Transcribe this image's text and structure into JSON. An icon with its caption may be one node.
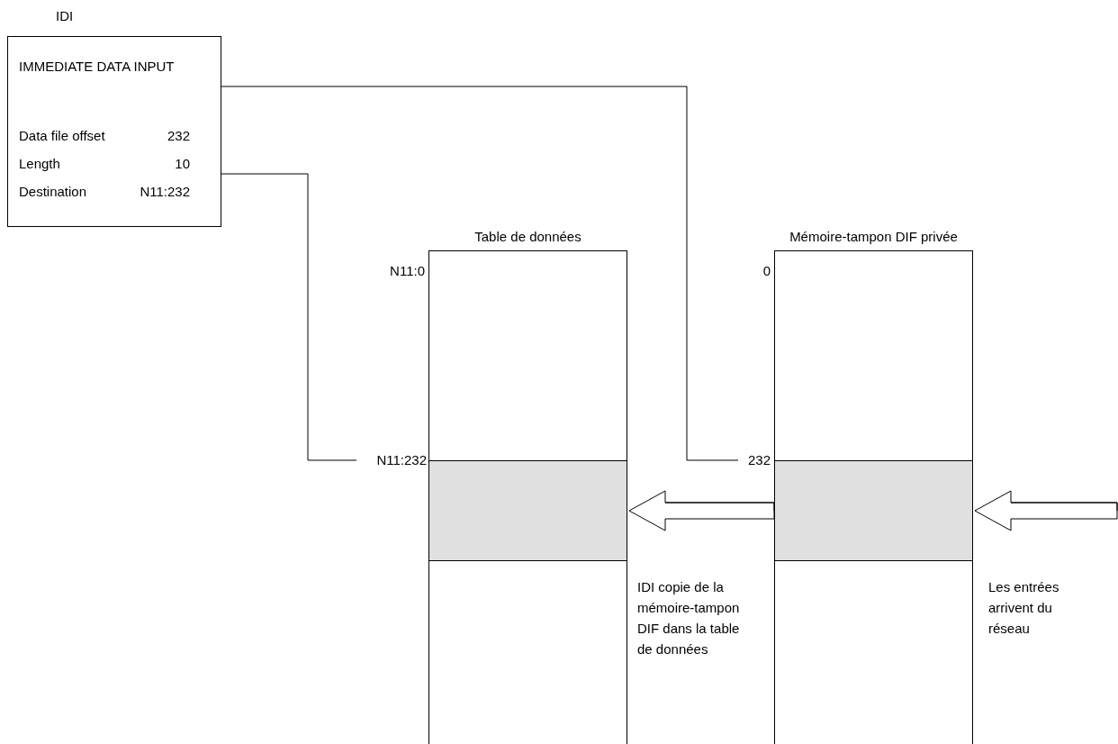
{
  "diagram": {
    "nodes": [
      {
        "text": [
          "IMMEDIATE DATA INPUT",
          "Data file offset",
          "232",
          "Length",
          "10",
          "Destination",
          "N11:232"
        ],
        "beside": [
          "IDI"
        ]
      },
      {
        "text": [
          "Table de données"
        ]
      },
      {
        "text": [],
        "shape": "box",
        "in": 1
      },
      {
        "text": [
          "Mémoire-tampon DIF privée"
        ]
      },
      {
        "text": [],
        "shape": "box",
        "in": 3
      },
      {
        "text": [
          "N11:232"
        ]
      },
      {
        "text": [
          "232"
        ]
      }
    ],
    "edges": [
      {
        "from": 0,
        "to": 5,
        "arrow": "none"
      },
      {
        "from": 0,
        "to": 6,
        "arrow": "none"
      },
      {
        "from": 4,
        "to": 2,
        "arrow": "to"
      },
      {
        "from": null,
        "to": 4,
        "arrow": "to"
      }
    ],
    "labels": [
      "N11:0",
      "0",
      "IDI copie de la mémoire-tampon DIF dans la table de données",
      "Les entrées arrivent du réseau"
    ]
  }
}
